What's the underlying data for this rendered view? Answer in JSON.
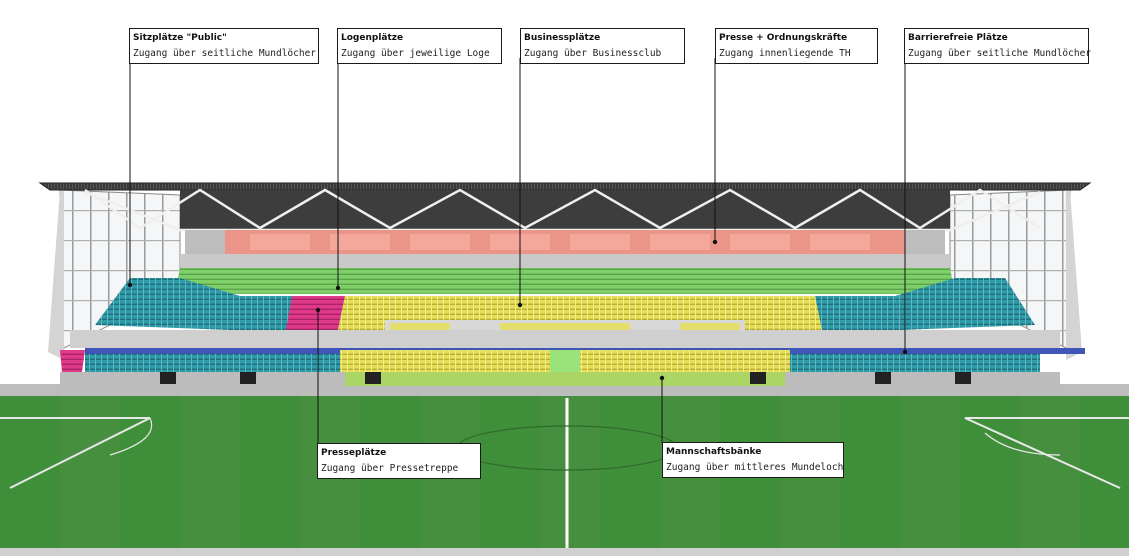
{
  "colors": {
    "sky": "#ffffff",
    "roof": "#2f2f2f",
    "truss": "#f2f2f2",
    "press_zone": "#e8897a",
    "box_zone": "#7fcf6a",
    "business_zone": "#e6df5a",
    "public_seats": "#2f9aa8",
    "press_seats": "#e0398a",
    "accessible_seats": "#3f55b8",
    "team_bench_zone": "#a9d85c",
    "grass": "#3f8f3a",
    "grass_light": "#4b9c44",
    "concrete": "#c9c9c9",
    "label_border": "#1a1a1a"
  },
  "labels": [
    {
      "id": "public",
      "title": "Sitzplätze \"Public\"",
      "subtitle": "Zugang über seitliche Mundlöcher"
    },
    {
      "id": "logen",
      "title": "Logenplätze",
      "subtitle": "Zugang über jeweilige Loge"
    },
    {
      "id": "business",
      "title": "Businessplätze",
      "subtitle": "Zugang über Businessclub"
    },
    {
      "id": "presse_ordnung",
      "title": "Presse + Ordnungskräfte",
      "subtitle": "Zugang innenliegende TH"
    },
    {
      "id": "barrierefrei",
      "title": "Barrierefreie Plätze",
      "subtitle": "Zugang über seitliche Mundlöcher"
    },
    {
      "id": "presseplaetze",
      "title": "Presseplätze",
      "subtitle": "Zugang über Pressetreppe"
    },
    {
      "id": "mannschaft",
      "title": "Mannschaftsbänke",
      "subtitle": "Zugang über mittleres Mundeloch"
    }
  ]
}
